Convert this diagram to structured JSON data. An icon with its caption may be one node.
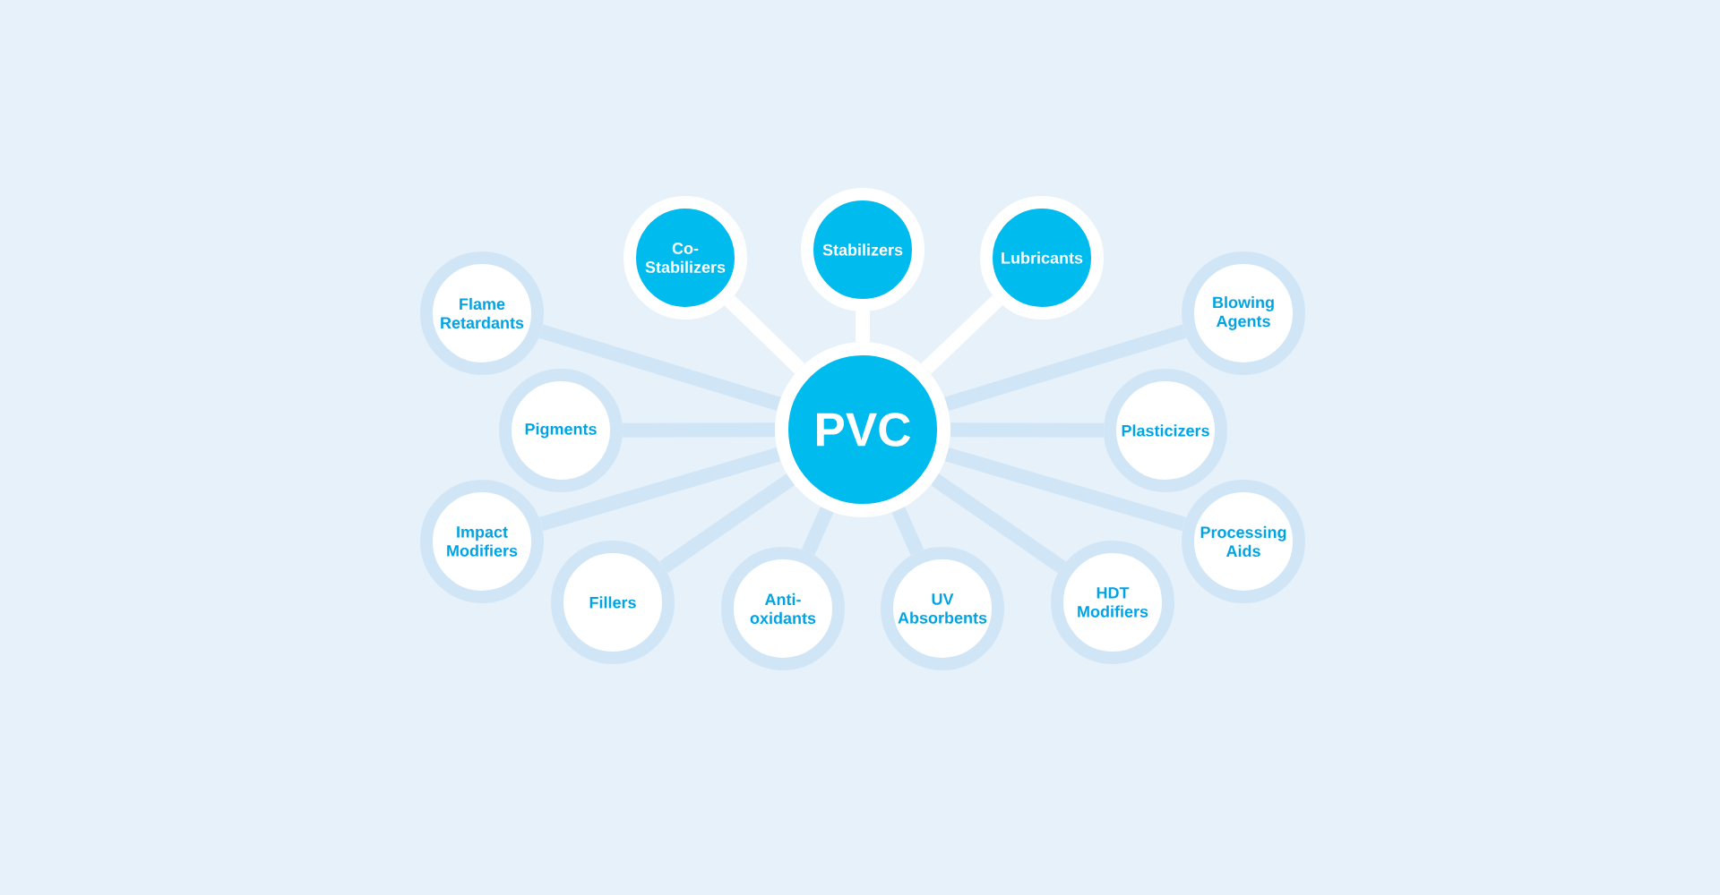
{
  "diagram": {
    "nodes": [
      {
        "text": [
          "Co- Stabilizers"
        ]
      },
      {
        "text": [
          "Stabilizers"
        ]
      },
      {
        "text": [
          "Lubricants"
        ]
      },
      {
        "text": [
          "Flame Retardants"
        ]
      },
      {
        "text": [
          "Blowing Agents"
        ]
      },
      {
        "text": [
          "Pigments"
        ]
      },
      {
        "text": [
          "PVC"
        ]
      },
      {
        "text": [
          "Plasticizers"
        ]
      },
      {
        "text": [
          "Impact Modifiers"
        ]
      },
      {
        "text": [
          "Processing Aids"
        ]
      },
      {
        "text": [
          "Fillers"
        ]
      },
      {
        "text": [
          "Anti- oxidants"
        ]
      },
      {
        "text": [
          "UV Absorbents"
        ]
      },
      {
        "text": [
          "HDT Modifiers"
        ]
      }
    ],
    "edges": [
      {
        "from": 6,
        "to": 0,
        "arrow": "none",
        "color": "#ffffff"
      },
      {
        "from": 6,
        "to": 1,
        "arrow": "none",
        "color": "#ffffff"
      },
      {
        "from": 6,
        "to": 2,
        "arrow": "none",
        "color": "#ffffff"
      },
      {
        "from": 6,
        "to": 3,
        "arrow": "none"
      },
      {
        "from": 6,
        "to": 4,
        "arrow": "none"
      },
      {
        "from": 6,
        "to": 5,
        "arrow": "none"
      },
      {
        "from": 6,
        "to": 7,
        "arrow": "none"
      },
      {
        "from": 6,
        "to": 8,
        "arrow": "none"
      },
      {
        "from": 6,
        "to": 9,
        "arrow": "none"
      },
      {
        "from": 6,
        "to": 10,
        "arrow": "none"
      },
      {
        "from": 6,
        "to": 11,
        "arrow": "none"
      },
      {
        "from": 6,
        "to": 12,
        "arrow": "none"
      },
      {
        "from": 6,
        "to": 13,
        "arrow": "none"
      }
    ]
  }
}
